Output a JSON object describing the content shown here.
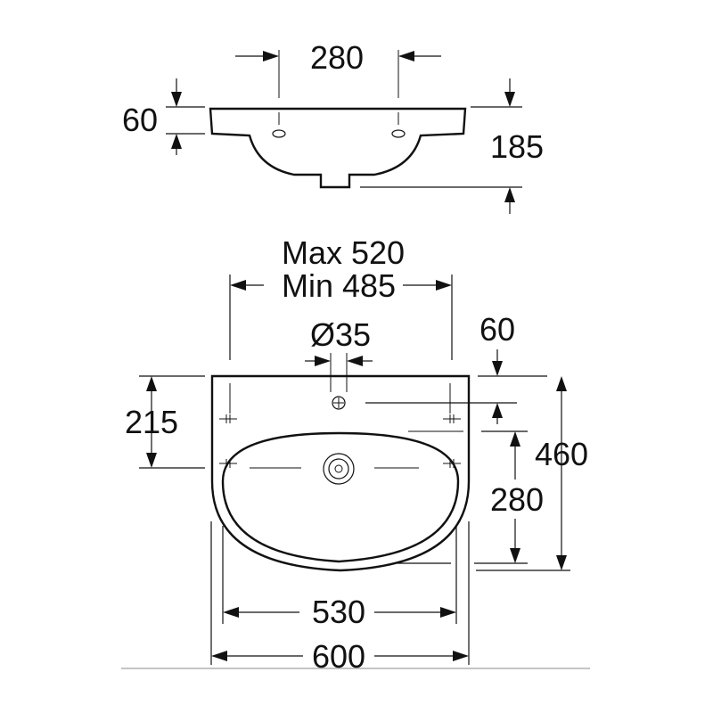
{
  "top_view": {
    "dim_hole_spacing": "280",
    "dim_rim_height": "60",
    "dim_total_depth": "185"
  },
  "front_view": {
    "dim_max_width": "Max 520",
    "dim_min_width": "Min 485",
    "dim_tap_hole": "Ø35",
    "dim_tap_offset": "60",
    "dim_bracket_height": "215",
    "dim_total_height": "460",
    "dim_bowl_height": "280",
    "dim_bowl_width": "530",
    "dim_total_width": "600"
  }
}
